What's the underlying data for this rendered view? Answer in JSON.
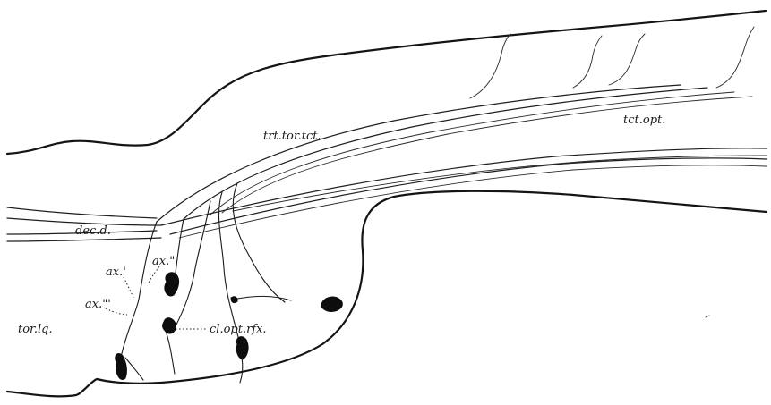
{
  "figure": {
    "labels": {
      "trt_tor_tct": "trt.tor.tct.",
      "tct_opt": "tct.opt.",
      "dec_d": "dec.d.",
      "ax1": "ax.'",
      "ax2": "ax.\"",
      "ax3": "ax.\"'",
      "tor_lq": "tor.lq.",
      "cl_opt_rfx": "cl.opt.rfx."
    },
    "ink_color": "#141414",
    "background_color": "#ffffff"
  }
}
